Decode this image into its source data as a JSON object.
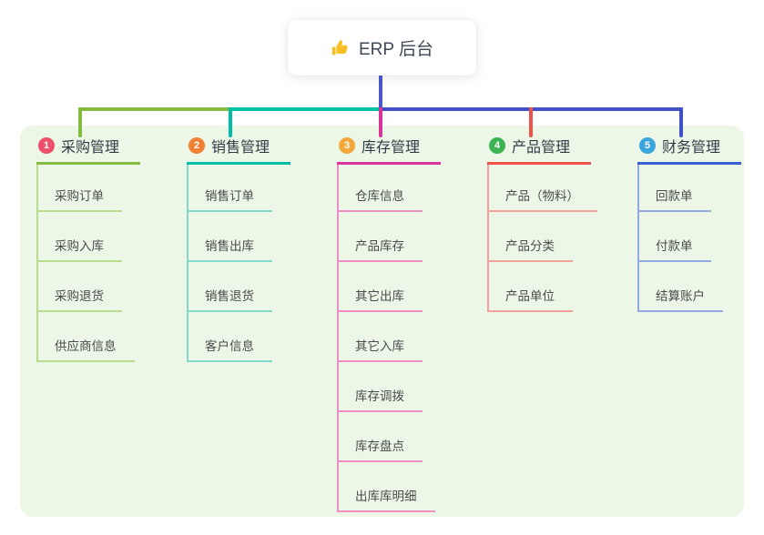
{
  "root_node": {
    "icon": "thumbs-up-icon",
    "title": "ERP 后台"
  },
  "colors": {
    "page_bg": "#ffffff",
    "panel_bg": "#ecf7e8",
    "root_line": "#4c57cb",
    "bus_blue": "#4052c6",
    "root_title_text": "#3d4757",
    "branch_title_text": "#333a45",
    "child_text": "#4b4b4b",
    "thumb_yellow": "#f6c026"
  },
  "branches": [
    {
      "num": "1",
      "label": "采购管理",
      "colors": {
        "main": "#82bb3f",
        "light": "#b7dc8f",
        "badge": "#ee506b"
      },
      "children": [
        "采购订单",
        "采购入库",
        "采购退货",
        "供应商信息"
      ]
    },
    {
      "num": "2",
      "label": "销售管理",
      "colors": {
        "main": "#00bfa5",
        "light": "#82d9c8",
        "badge": "#f08033"
      },
      "children": [
        "销售订单",
        "销售出库",
        "销售退货",
        "客户信息"
      ]
    },
    {
      "num": "3",
      "label": "库存管理",
      "colors": {
        "main": "#d8359b",
        "light": "#ef8ec4",
        "badge": "#f2a93b"
      },
      "children": [
        "仓库信息",
        "产品库存",
        "其它出库",
        "其它入库",
        "库存调拨",
        "库存盘点",
        "出库库明细"
      ]
    },
    {
      "num": "4",
      "label": "产品管理",
      "colors": {
        "main": "#f1504b",
        "light": "#f4a19c",
        "badge": "#3cb454"
      },
      "children": [
        "产品（物料）",
        "产品分类",
        "产品单位"
      ]
    },
    {
      "num": "5",
      "label": "财务管理",
      "colors": {
        "main": "#3a60d0",
        "light": "#94a9e0",
        "badge": "#3aa5dc"
      },
      "children": [
        "回款单",
        "付款单",
        "结算账户"
      ]
    }
  ]
}
